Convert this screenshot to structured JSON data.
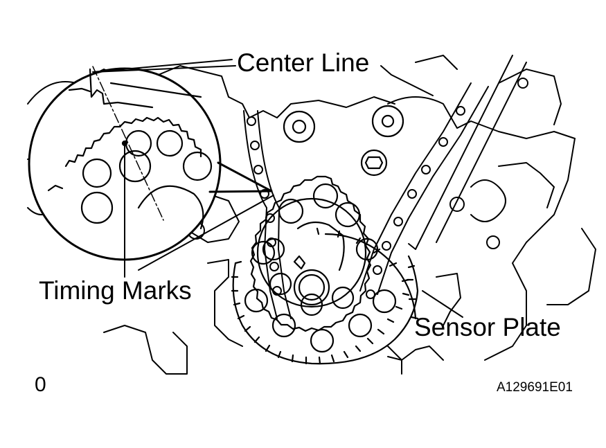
{
  "labels": {
    "center_line": "Center Line",
    "timing_marks": "Timing Marks",
    "sensor_plate": "Sensor Plate",
    "corner_mark": "0",
    "figure_code": "A129691E01"
  }
}
